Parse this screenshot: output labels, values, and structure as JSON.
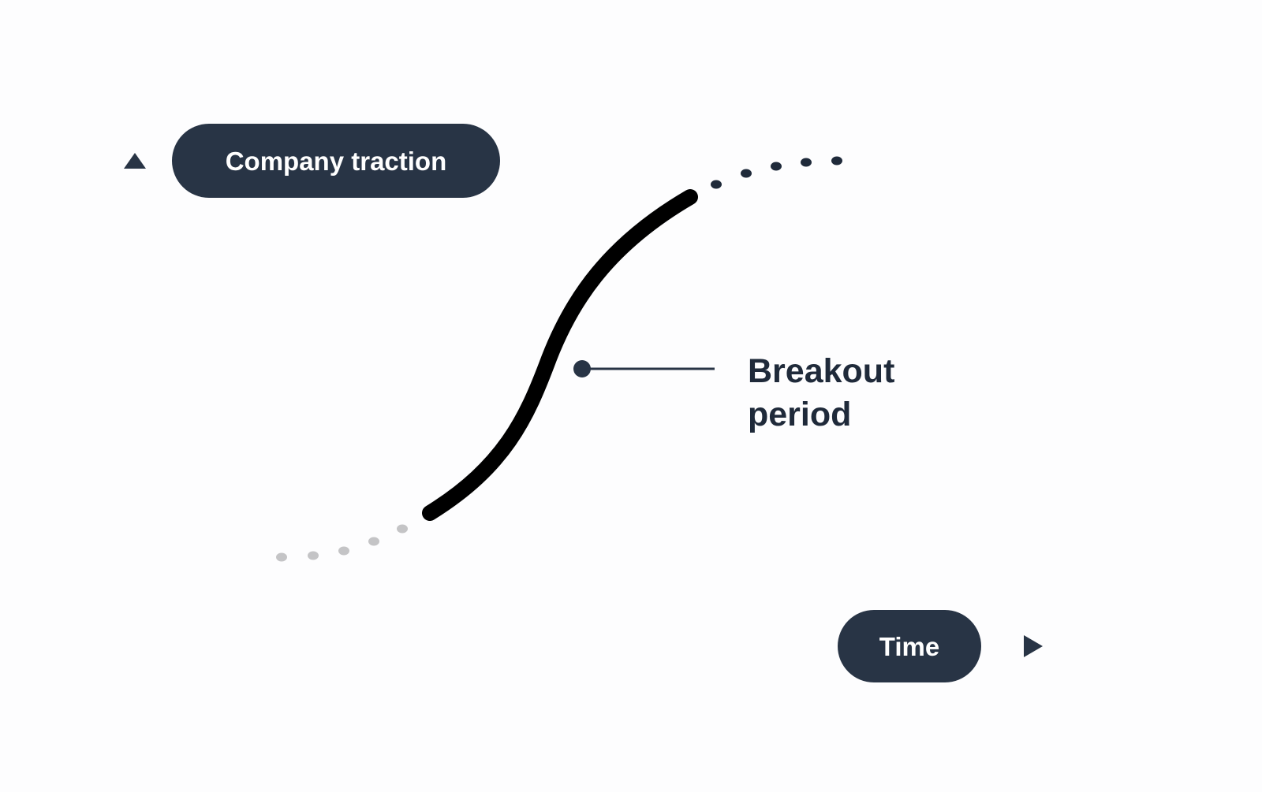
{
  "diagram": {
    "y_axis_label": "Company traction",
    "x_axis_label": "Time",
    "annotation": {
      "line1": "Breakout",
      "line2": "period"
    },
    "colors": {
      "pill": "#283445",
      "curve": "#000000",
      "dots_early": "#c4c4c6",
      "dots_late": "#1f2a3a",
      "axis": "#283445",
      "annotation": "#283445"
    }
  }
}
